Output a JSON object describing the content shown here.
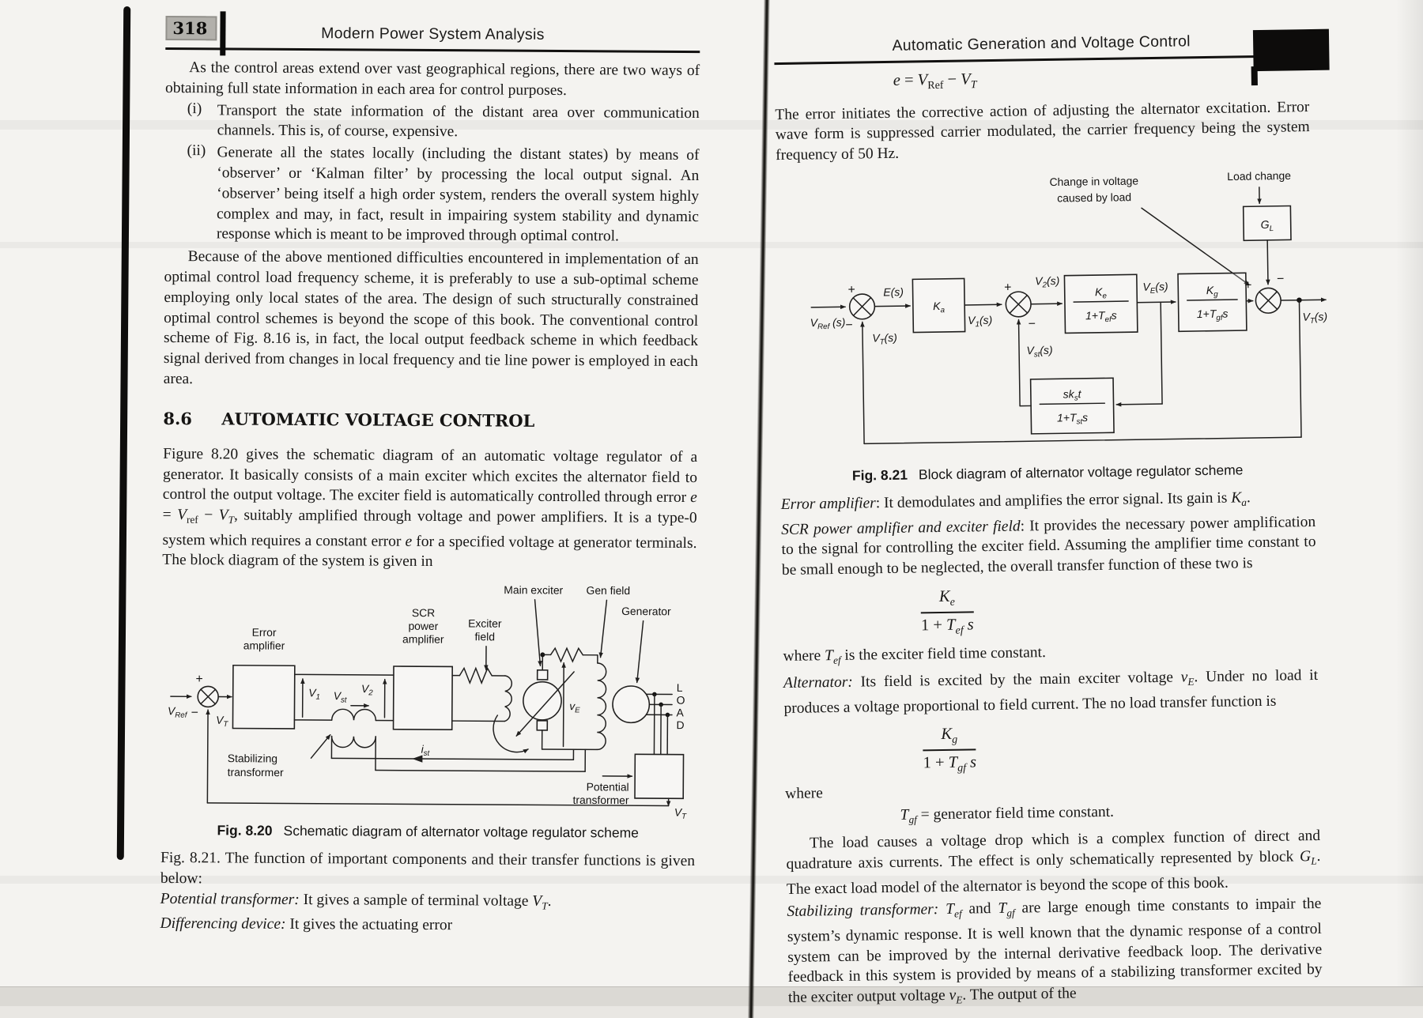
{
  "colors": {
    "paper": "#f4f3f0",
    "ink": "#181716",
    "badge_bg": "#b2b0ab",
    "blackout": "#0d0c0b"
  },
  "left_page": {
    "page_number": "318",
    "header": "Modern Power System Analysis",
    "para1": [
      "As the control areas extend over vast geographical regions, there are two ways of obtaining full state information in each area for control purposes."
    ],
    "item_i_label": "(i)",
    "item_i": [
      "Transport the state information of the distant area over communication channels. This is, of course, expensive."
    ],
    "item_ii_label": "(ii)",
    "item_ii": [
      "Generate all the states locally (including the distant states) by means of ‘observer’ or ‘Kalman filter’ by processing the local output signal. An ‘observer’ being itself a high order system, renders the overall system highly complex and may, in fact, result in impairing system stability and dynamic response which is meant to be improved through optimal control."
    ],
    "para2": [
      "Because of the above mentioned difficulties encountered in implementation of an optimal control load frequency scheme, it is preferably to use a sub-optimal scheme employing only local states of the area. The design of such structurally constrained optimal control schemes is beyond the scope of this book. The conventional control scheme of Fig. 8.16 is, in fact, the local output feedback scheme in which feedback signal derived from changes in local frequency and tie line power is employed in each area."
    ],
    "section_number": "8.6",
    "section_title": "AUTOMATIC VOLTAGE CONTROL",
    "para3": [
      "Figure 8.20 gives the schematic diagram of an automatic voltage regulator of a generator. It basically consists of a main exciter which excites  the alternator field to control the output voltage. The exciter field is automatically controlled through error  ",
      {
        "t": "e",
        "i": true
      },
      " = ",
      {
        "t": "V",
        "i": true
      },
      {
        "t": "ref",
        "sub": true
      },
      " − ",
      {
        "t": "V",
        "i": true
      },
      {
        "t": "T",
        "sub": true,
        "i": true
      },
      ", suitably amplified through voltage and power amplifiers. It is a type-0 system which requires a constant error ",
      {
        "t": "e",
        "i": true
      },
      " for a specified voltage at generator terminals. The block diagram of the system is given in"
    ],
    "fig820": {
      "caption_label": "Fig. 8.20",
      "caption_text": "Schematic diagram of alternator voltage regulator scheme",
      "labels": {
        "main_exciter": "Main exciter",
        "gen_field": "Gen field",
        "generator": "Generator",
        "scr1": "SCR",
        "scr2": "power",
        "scr3": "amplifier",
        "exciter1": "Exciter",
        "exciter2": "field",
        "error1": "Error",
        "error2": "amplifier",
        "stab1": "Stabilizing",
        "stab2": "transformer",
        "pot1": "Potential",
        "pot2": "transformer",
        "load": [
          "L",
          "O",
          "A",
          "D"
        ],
        "plus": "+",
        "minus": "−",
        "v_ref": [
          {
            "t": "V",
            "i": true
          },
          {
            "t": "Ref",
            "sub": true
          }
        ],
        "v_t": [
          {
            "t": "V",
            "i": true
          },
          {
            "t": "T",
            "sub": true
          }
        ],
        "v_t2": [
          {
            "t": "V",
            "i": true
          },
          {
            "t": "T",
            "sub": true
          }
        ],
        "v1": [
          {
            "t": "V",
            "i": true
          },
          {
            "t": "1",
            "sub": true
          }
        ],
        "v2": [
          {
            "t": "V",
            "i": true
          },
          {
            "t": "2",
            "sub": true
          }
        ],
        "v_st": [
          {
            "t": "V",
            "i": true
          },
          {
            "t": "st",
            "sub": true
          }
        ],
        "v_e": [
          {
            "t": "v",
            "i": true
          },
          {
            "t": "E",
            "sub": true,
            "i": true
          }
        ],
        "i_st": [
          {
            "t": "i",
            "i": true
          },
          {
            "t": "st",
            "sub": true
          }
        ]
      }
    },
    "para4": [
      "Fig. 8.21. The function of important components and their transfer functions is given below:"
    ],
    "pt_line": [
      {
        "t": "Potential transformer:",
        "i": true
      },
      "   It gives a sample of terminal voltage ",
      {
        "t": "V",
        "i": true
      },
      {
        "t": "T",
        "sub": true,
        "i": true
      },
      "."
    ],
    "dd_line": [
      {
        "t": "Differencing device:",
        "i": true
      },
      "   It gives the actuating error"
    ]
  },
  "right_page": {
    "header": "Automatic Generation and Voltage Control",
    "eq_top": [
      {
        "t": "e",
        "i": true
      },
      " = ",
      {
        "t": "V",
        "i": true
      },
      {
        "t": "Ref",
        "sub": true
      },
      " − ",
      {
        "t": "V",
        "i": true
      },
      {
        "t": "T",
        "sub": true,
        "i": true
      }
    ],
    "para1": [
      "The error initiates the corrective action of adjusting the alternator excitation. Error wave form is suppressed carrier modulated, the carrier frequency being the system frequency of 50 Hz."
    ],
    "fig821": {
      "caption_label": "Fig. 8.21",
      "caption_text": "Block diagram of alternator voltage regulator scheme",
      "labels": {
        "change1": "Change in voltage",
        "change2": "caused by load",
        "load_change": "Load change",
        "plus": "+",
        "minus": "−",
        "gl": [
          {
            "t": "G",
            "i": true
          },
          {
            "t": "L",
            "sub": true,
            "i": true
          }
        ],
        "v_ref_s": [
          {
            "t": "V",
            "i": true
          },
          {
            "t": "Ref",
            "sub": true
          },
          " (s)"
        ],
        "e_s": [
          {
            "t": "E",
            "i": true
          },
          "(s)"
        ],
        "ka": [
          {
            "t": "K",
            "i": true
          },
          {
            "t": "a",
            "sub": true
          }
        ],
        "v1_s": [
          {
            "t": "V",
            "i": true
          },
          {
            "t": "1",
            "sub": true
          },
          "(s)"
        ],
        "v2_s": [
          {
            "t": "V",
            "i": true
          },
          {
            "t": "2",
            "sub": true
          },
          "(s)"
        ],
        "vst_s": [
          {
            "t": "V",
            "i": true
          },
          {
            "t": "st",
            "sub": true
          },
          "(s)"
        ],
        "ve_s": [
          {
            "t": "V",
            "i": true
          },
          {
            "t": "E",
            "sub": true,
            "i": true
          },
          "(s)"
        ],
        "vt_s": [
          {
            "t": "V",
            "i": true
          },
          {
            "t": "T",
            "sub": true,
            "i": true
          },
          "(s)"
        ],
        "vt_fb": [
          {
            "t": "V",
            "i": true
          },
          {
            "t": "T",
            "sub": true,
            "i": true
          },
          "(s)"
        ],
        "ke_num": [
          {
            "t": "K",
            "i": true
          },
          {
            "t": "e",
            "sub": true,
            "i": true
          }
        ],
        "ke_den": [
          "1+",
          {
            "t": "T",
            "i": true
          },
          {
            "t": "ef",
            "sub": true,
            "i": true
          },
          {
            "t": "s",
            "i": true
          }
        ],
        "kg_num": [
          {
            "t": "K",
            "i": true
          },
          {
            "t": "g",
            "sub": true,
            "i": true
          }
        ],
        "kg_den": [
          "1+",
          {
            "t": "T",
            "i": true
          },
          {
            "t": "gf",
            "sub": true,
            "i": true
          },
          {
            "t": "s",
            "i": true
          }
        ],
        "st_num": [
          {
            "t": "sk",
            "i": true
          },
          {
            "t": "s",
            "sub": true
          },
          {
            "t": "t",
            "i": true
          }
        ],
        "st_den": [
          "1+",
          {
            "t": "T",
            "i": true
          },
          {
            "t": "st",
            "sub": true,
            "i": true
          },
          {
            "t": "s",
            "i": true
          }
        ]
      }
    },
    "err_line": [
      {
        "t": "Error amplifier",
        "i": true
      },
      ":   It demodulates and amplifies the error signal. Its gain is ",
      {
        "t": "K",
        "i": true
      },
      {
        "t": "a",
        "sub": true,
        "i": true
      },
      "."
    ],
    "scr_line": [
      {
        "t": "SCR power amplifier and exciter field",
        "i": true
      },
      ":   It provides the necessary power amplification to the signal for controlling the exciter field. Assuming the amplifier time constant to be small enough to be neglected, the overall transfer function of these two is"
    ],
    "frac1": {
      "num": [
        {
          "t": "K",
          "i": true
        },
        {
          "t": "e",
          "sub": true,
          "i": true
        }
      ],
      "den": [
        "1 + ",
        {
          "t": "T",
          "i": true
        },
        {
          "t": "ef",
          "sub": true,
          "i": true
        },
        {
          "t": " s",
          "i": true
        }
      ]
    },
    "where1": [
      "where ",
      {
        "t": "T",
        "i": true
      },
      {
        "t": "ef",
        "sub": true,
        "i": true
      },
      " is the exciter field time constant."
    ],
    "alt_line": [
      {
        "t": "Alternator:",
        "i": true
      },
      " Its field is excited by the main exciter voltage ",
      {
        "t": "v",
        "i": true
      },
      {
        "t": "E",
        "sub": true,
        "i": true
      },
      ". Under no load it produces a voltage proportional to field current. The no load transfer function is"
    ],
    "frac2": {
      "num": [
        {
          "t": "K",
          "i": true
        },
        {
          "t": "g",
          "sub": true,
          "i": true
        }
      ],
      "den": [
        "1 + ",
        {
          "t": "T",
          "i": true
        },
        {
          "t": "gf",
          "sub": true,
          "i": true
        },
        {
          "t": " s",
          "i": true
        }
      ]
    },
    "where2": "where",
    "tgf_line": [
      {
        "t": "T",
        "i": true
      },
      {
        "t": "gf",
        "sub": true,
        "i": true
      },
      " = generator field time constant."
    ],
    "para_load": [
      "The load causes a voltage drop which is a complex function of direct and quadrature axis currents. The effect is only schematically represented by block ",
      {
        "t": "G",
        "i": true
      },
      {
        "t": "L",
        "sub": true,
        "i": true
      },
      ". The exact load model of the alternator is beyond the scope of this book."
    ],
    "stab_line": [
      {
        "t": "Stabilizing transformer:",
        "i": true
      },
      " ",
      {
        "t": "T",
        "i": true
      },
      {
        "t": "ef",
        "sub": true,
        "i": true
      },
      " and ",
      {
        "t": "T",
        "i": true
      },
      {
        "t": "gf",
        "sub": true,
        "i": true
      },
      " are large enough time constants to impair the system’s dynamic response. It is well known that the dynamic response of a control system can be improved by the internal derivative feedback loop. The derivative feedback in this system is provided by means of a stabilizing transformer excited by the exciter output voltage  ",
      {
        "t": "v",
        "i": true
      },
      {
        "t": "E",
        "sub": true,
        "i": true
      },
      ". The output of the"
    ]
  }
}
